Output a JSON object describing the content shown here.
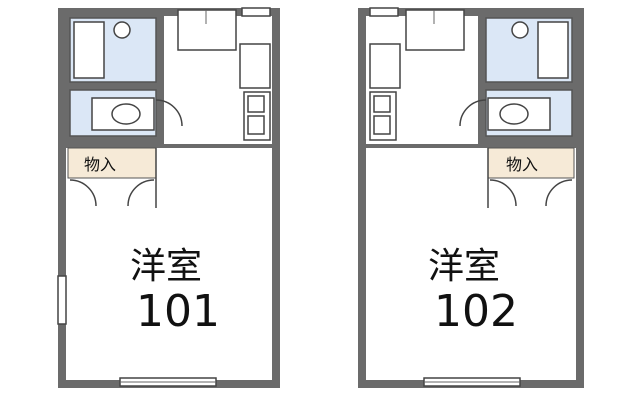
{
  "units": [
    {
      "room_label": "洋室",
      "room_number": "101",
      "storage_label": "物入"
    },
    {
      "room_label": "洋室",
      "room_number": "102",
      "storage_label": "物入"
    }
  ],
  "colors": {
    "wall": "#6b6b6b",
    "bath": "#dbe7f6",
    "closet": "#f6ead7"
  }
}
